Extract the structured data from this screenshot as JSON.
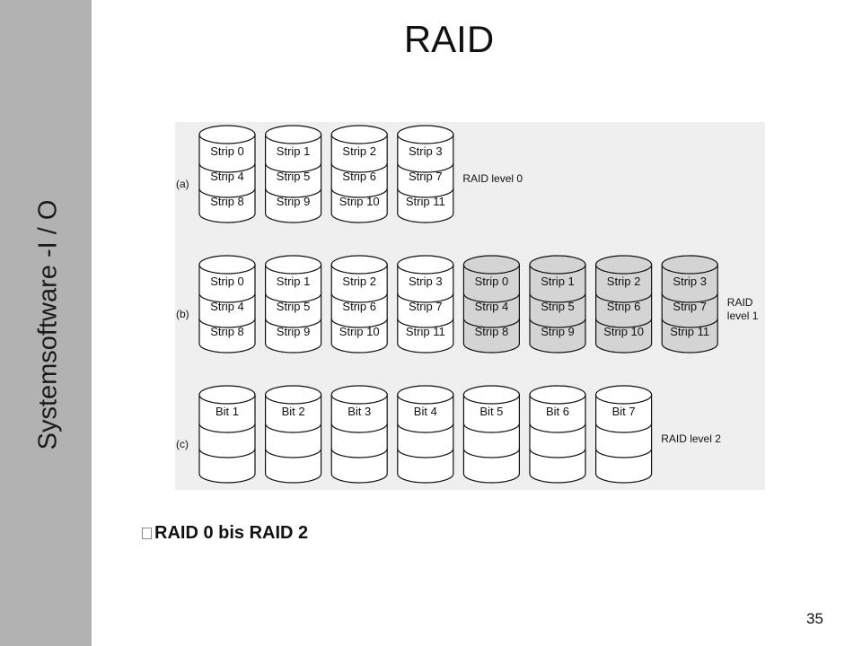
{
  "slide": {
    "title": "RAID",
    "sidebar_label": "Systemsoftware -I / O",
    "bullet_text": "RAID 0 bis RAID 2",
    "page_number": "35"
  },
  "colors": {
    "sidebar": "#b2b2b2",
    "diagram_background": "#efefef",
    "disk_fill": "#ffffff",
    "mirror_disk_fill": "#d4d4d4",
    "outline": "#111111"
  },
  "diagram": {
    "rows": [
      {
        "label": "(a)",
        "level_label": [
          "RAID level 0"
        ],
        "disks": [
          {
            "strips": [
              "Strip 0",
              "Strip 4",
              "Strip 8"
            ],
            "shaded": false
          },
          {
            "strips": [
              "Strip 1",
              "Strip 5",
              "Strip 9"
            ],
            "shaded": false
          },
          {
            "strips": [
              "Strip 2",
              "Strip 6",
              "Strip 10"
            ],
            "shaded": false
          },
          {
            "strips": [
              "Strip 3",
              "Strip 7",
              "Strip 11"
            ],
            "shaded": false
          }
        ]
      },
      {
        "label": "(b)",
        "level_label": [
          "RAID",
          "level 1"
        ],
        "disks": [
          {
            "strips": [
              "Strip 0",
              "Strip 4",
              "Strip 8"
            ],
            "shaded": false
          },
          {
            "strips": [
              "Strip 1",
              "Strip 5",
              "Strip 9"
            ],
            "shaded": false
          },
          {
            "strips": [
              "Strip 2",
              "Strip 6",
              "Strip 10"
            ],
            "shaded": false
          },
          {
            "strips": [
              "Strip 3",
              "Strip 7",
              "Strip 11"
            ],
            "shaded": false
          },
          {
            "strips": [
              "Strip 0",
              "Strip 4",
              "Strip 8"
            ],
            "shaded": true
          },
          {
            "strips": [
              "Strip 1",
              "Strip 5",
              "Strip 9"
            ],
            "shaded": true
          },
          {
            "strips": [
              "Strip 2",
              "Strip 6",
              "Strip 10"
            ],
            "shaded": true
          },
          {
            "strips": [
              "Strip 3",
              "Strip 7",
              "Strip 11"
            ],
            "shaded": true
          }
        ]
      },
      {
        "label": "(c)",
        "level_label": [
          "RAID level 2"
        ],
        "disks": [
          {
            "strips": [
              "Bit 1",
              "",
              ""
            ],
            "shaded": false
          },
          {
            "strips": [
              "Bit 2",
              "",
              ""
            ],
            "shaded": false
          },
          {
            "strips": [
              "Bit 3",
              "",
              ""
            ],
            "shaded": false
          },
          {
            "strips": [
              "Bit 4",
              "",
              ""
            ],
            "shaded": false
          },
          {
            "strips": [
              "Bit 5",
              "",
              ""
            ],
            "shaded": false
          },
          {
            "strips": [
              "Bit 6",
              "",
              ""
            ],
            "shaded": false
          },
          {
            "strips": [
              "Bit 7",
              "",
              ""
            ],
            "shaded": false
          }
        ]
      }
    ]
  }
}
